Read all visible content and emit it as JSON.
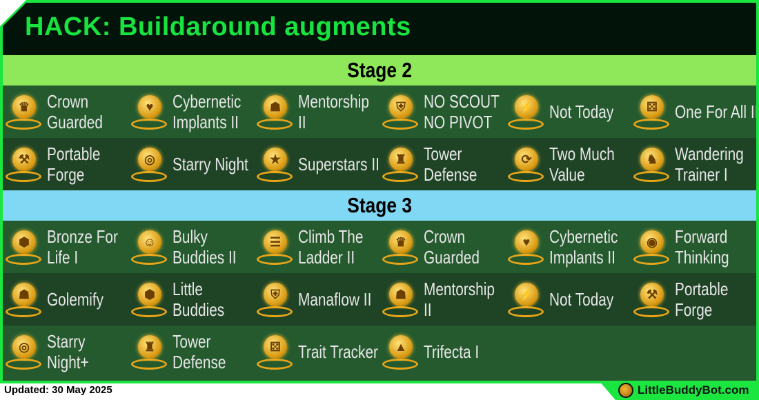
{
  "title": "HACK: Buildaround augments",
  "stages": [
    {
      "label": "Stage 2",
      "rows": [
        [
          {
            "name": "Crown Guarded",
            "l": [
              "Crown",
              "Guarded"
            ],
            "icon": "crown-icon"
          },
          {
            "name": "Cybernetic Implants II",
            "l": [
              "Cybernetic",
              "Implants II"
            ],
            "icon": "cyber-heart-icon"
          },
          {
            "name": "Mentorship II",
            "l": [
              "Mentorship",
              "II"
            ],
            "icon": "mentor-icon"
          },
          {
            "name": "NO SCOUT NO PIVOT",
            "l": [
              "NO SCOUT",
              "NO PIVOT"
            ],
            "icon": "helmet-lock-icon"
          },
          {
            "name": "Not Today",
            "l": [
              "Not Today"
            ],
            "icon": "lightning-figure-icon"
          },
          {
            "name": "One For All II",
            "l": [
              "One For All II"
            ],
            "icon": "dice-icon"
          }
        ],
        [
          {
            "name": "Portable Forge",
            "l": [
              "Portable",
              "Forge"
            ],
            "icon": "anvil-icon"
          },
          {
            "name": "Starry Night",
            "l": [
              "Starry Night"
            ],
            "icon": "orbit-icon"
          },
          {
            "name": "Superstars II",
            "l": [
              "Superstars II"
            ],
            "icon": "superstar-icon"
          },
          {
            "name": "Tower Defense",
            "l": [
              "Tower",
              "Defense"
            ],
            "icon": "chess-rook-icon"
          },
          {
            "name": "Two Much Value",
            "l": [
              "Two Much",
              "Value"
            ],
            "icon": "cycle-cards-icon"
          },
          {
            "name": "Wandering Trainer I",
            "l": [
              "Wandering",
              "Trainer I"
            ],
            "icon": "chess-knight-icon"
          }
        ]
      ]
    },
    {
      "label": "Stage 3",
      "rows": [
        [
          {
            "name": "Bronze For Life I",
            "l": [
              "Bronze For",
              "Life I"
            ],
            "icon": "hex-figure-icon"
          },
          {
            "name": "Bulky Buddies II",
            "l": [
              "Bulky",
              "Buddies II"
            ],
            "icon": "buddies-icon"
          },
          {
            "name": "Climb The Ladder II",
            "l": [
              "Climb The",
              "Ladder II"
            ],
            "icon": "ladder-icon"
          },
          {
            "name": "Crown Guarded",
            "l": [
              "Crown",
              "Guarded"
            ],
            "icon": "crown-icon"
          },
          {
            "name": "Cybernetic Implants II",
            "l": [
              "Cybernetic",
              "Implants II"
            ],
            "icon": "cyber-heart-icon"
          },
          {
            "name": "Forward Thinking",
            "l": [
              "Forward",
              "Thinking"
            ],
            "icon": "coins-icon"
          }
        ],
        [
          {
            "name": "Golemify",
            "l": [
              "Golemify"
            ],
            "icon": "golem-icon"
          },
          {
            "name": "Little Buddies",
            "l": [
              "Little",
              "Buddies"
            ],
            "icon": "hex-figure-icon"
          },
          {
            "name": "Manaflow II",
            "l": [
              "Manaflow II"
            ],
            "icon": "helmet-icon"
          },
          {
            "name": "Mentorship II",
            "l": [
              "Mentorship",
              "II"
            ],
            "icon": "mentor-icon"
          },
          {
            "name": "Not Today",
            "l": [
              "Not Today"
            ],
            "icon": "lightning-figure-icon"
          },
          {
            "name": "Portable Forge",
            "l": [
              "Portable",
              "Forge"
            ],
            "icon": "anvil-icon"
          }
        ],
        [
          {
            "name": "Starry Night+",
            "l": [
              "Starry",
              "Night+"
            ],
            "icon": "orbit-icon"
          },
          {
            "name": "Tower Defense",
            "l": [
              "Tower",
              "Defense"
            ],
            "icon": "chess-rook-icon"
          },
          {
            "name": "Trait Tracker",
            "l": [
              "Trait Tracker"
            ],
            "icon": "dice-icon"
          },
          {
            "name": "Trifecta I",
            "l": [
              "Trifecta I"
            ],
            "icon": "triangle-figure-icon"
          }
        ]
      ]
    }
  ],
  "footer": {
    "updated": "Updated: 30 May 2025",
    "site": "LittleBuddyBot.com"
  },
  "colors": {
    "border": "#1be53f",
    "title_bg": "#02140a",
    "title_text": "#18e33f",
    "stage2_band": "#8ee85a",
    "stage3_band": "#80d8f5",
    "row": "#255a2f",
    "row_alt": "#1e4325",
    "icon_gold": "#e8a418"
  }
}
